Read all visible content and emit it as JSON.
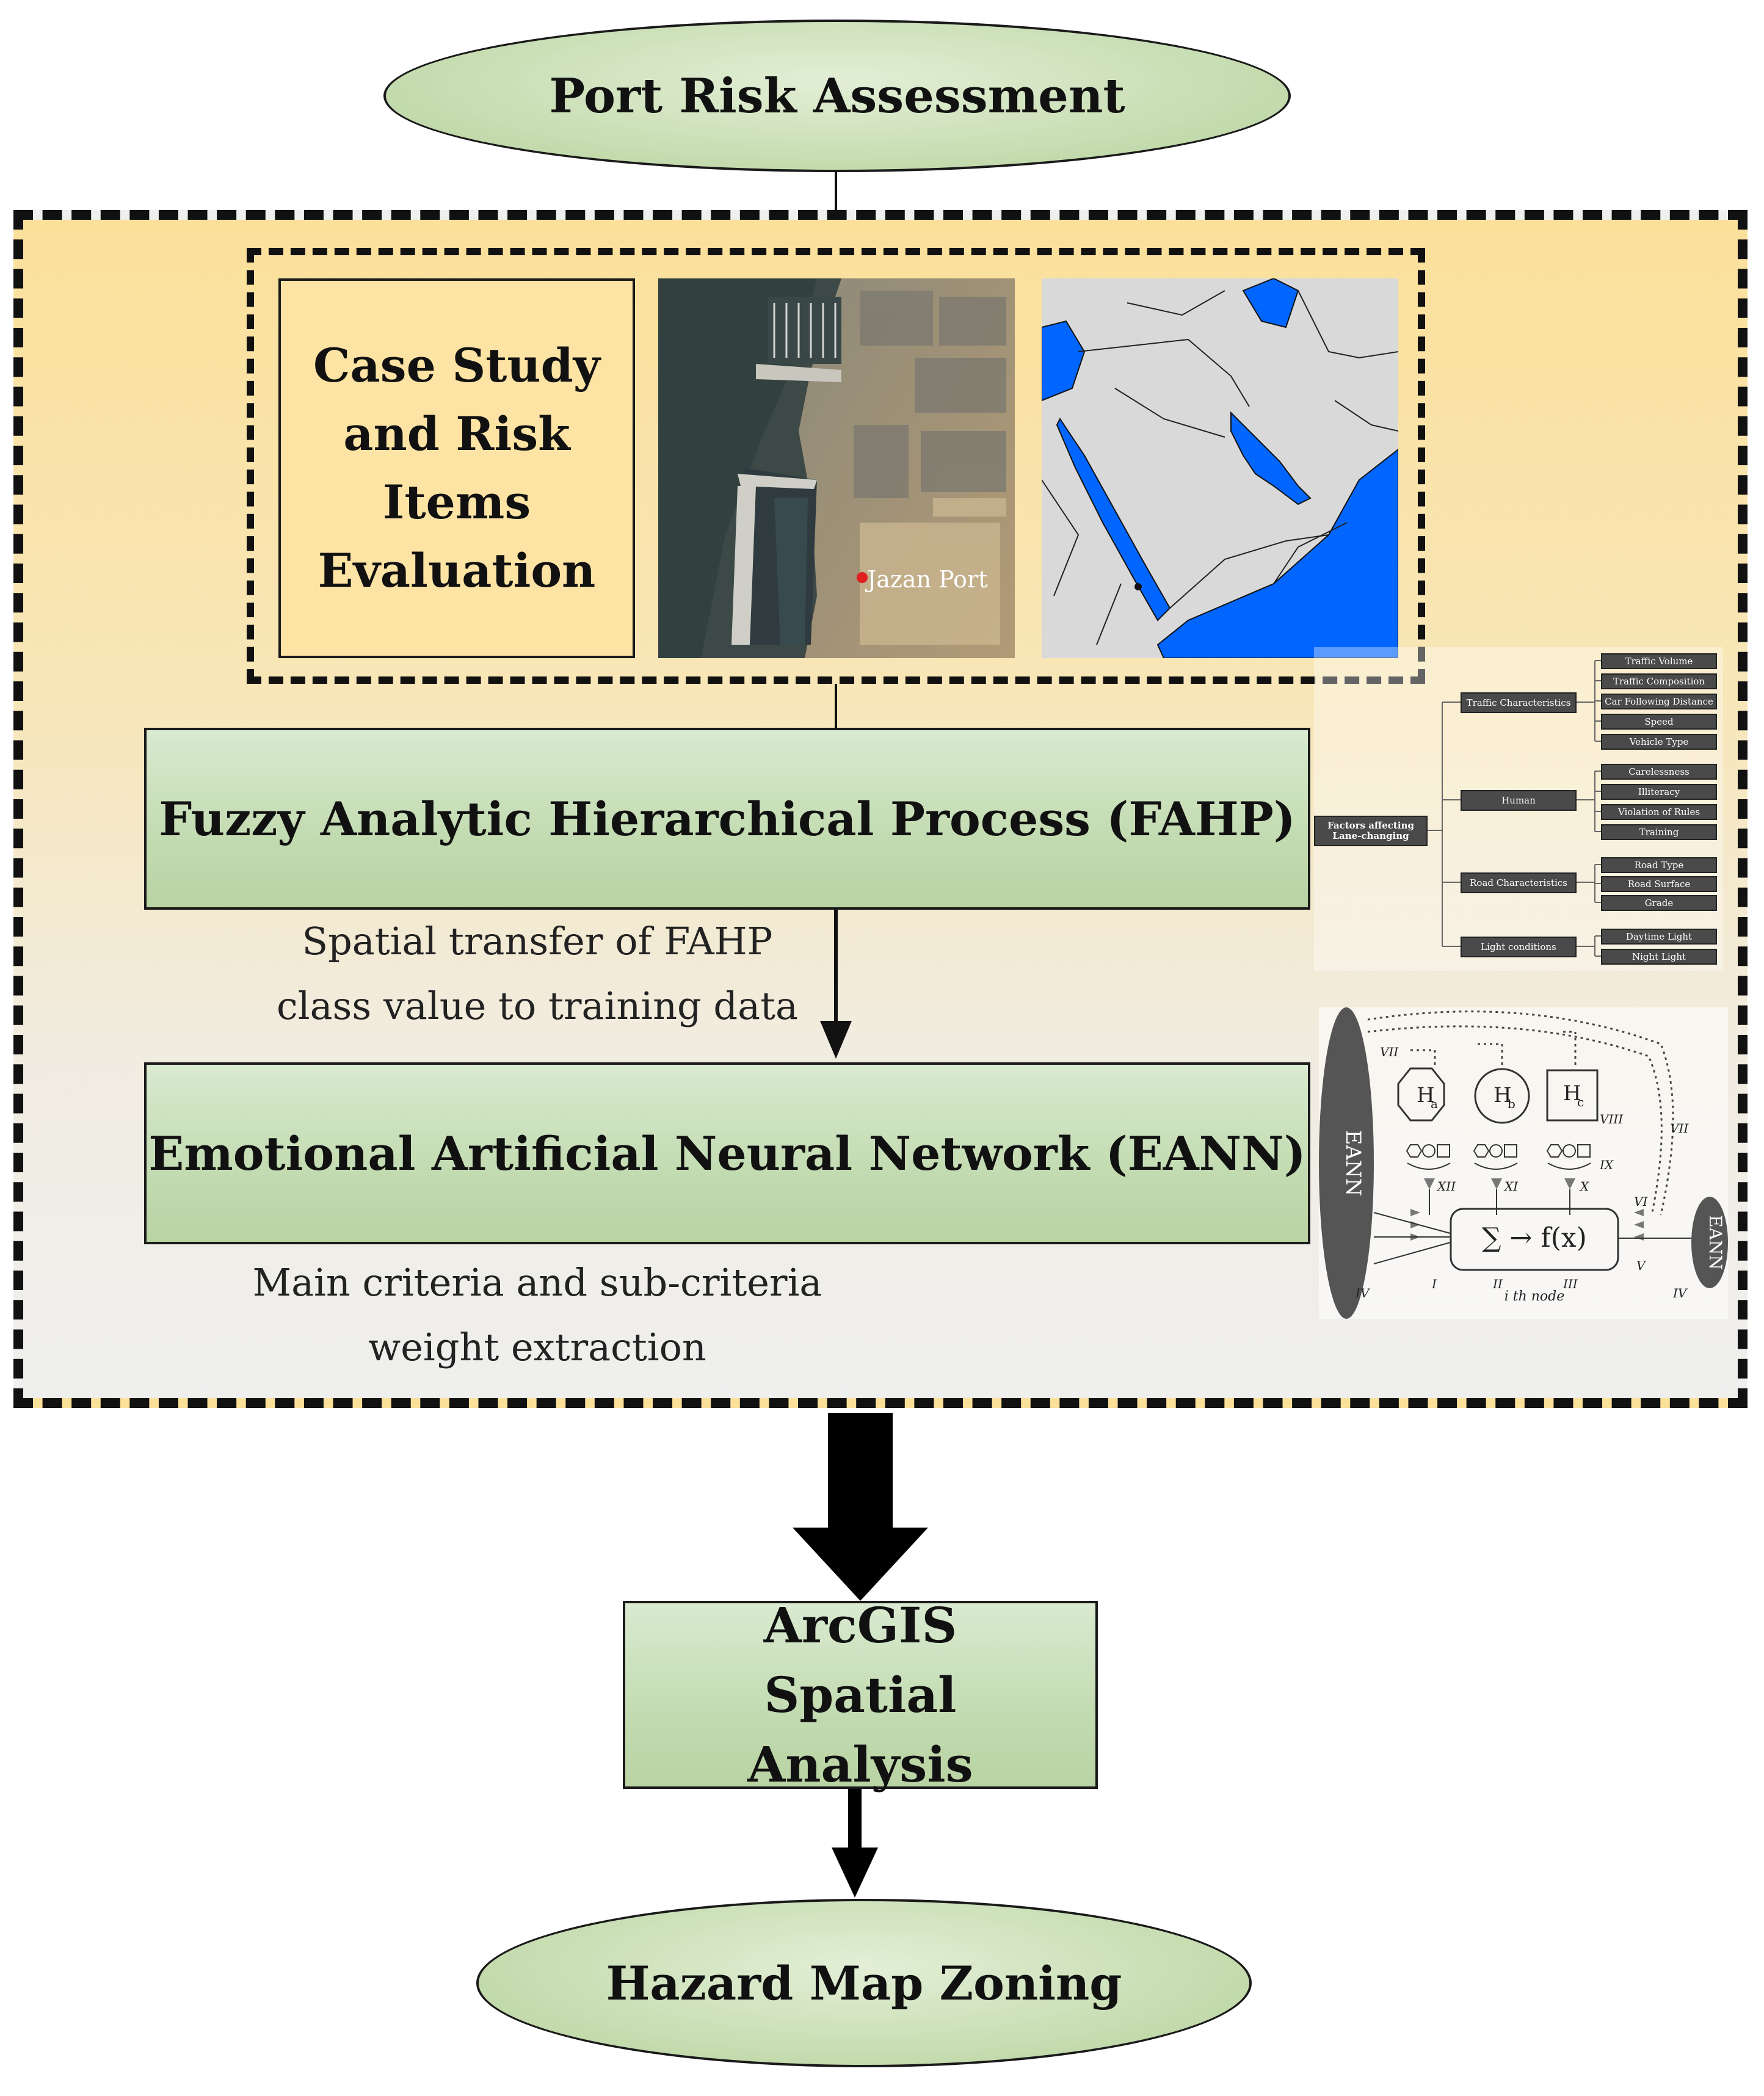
{
  "nodes": {
    "start": "Port Risk Assessment",
    "case_study": "Case Study and Risk Items Evaluation",
    "fahp": "Fuzzy Analytic Hierarchical Process (FAHP)",
    "eann": "Emotional Artificial Neural Network (EANN)",
    "arcgis": "ArcGIS Spatial Analysis",
    "end": "Hazard Map Zoning"
  },
  "notes": {
    "transfer_line1": "Spatial transfer of FAHP",
    "transfer_line2": "class value to training data",
    "weight_line1": "Main criteria and sub-criteria",
    "weight_line2": "weight extraction"
  },
  "satellite": {
    "label": "Jazan Port"
  },
  "tree": {
    "root": "Factors affecting Lane-changing",
    "groups": [
      {
        "name": "Traffic Characteristics",
        "items": [
          "Traffic Volume",
          "Traffic Composition",
          "Car Following Distance",
          "Speed",
          "Vehicle Type"
        ]
      },
      {
        "name": "Human",
        "items": [
          "Carelessness",
          "Illiteracy",
          "Violation of Rules",
          "Training"
        ]
      },
      {
        "name": "Road Characteristics",
        "items": [
          "Road Type",
          "Road Surface",
          "Grade"
        ]
      },
      {
        "name": "Light conditions",
        "items": [
          "Daytime Light",
          "Night Light"
        ]
      }
    ]
  },
  "eann_figure": {
    "left_label": "EANN",
    "right_label": "EANN",
    "hormones": [
      "H",
      "H",
      "H"
    ],
    "hormone_subscripts": [
      "a",
      "b",
      "c"
    ],
    "function": "∑ → f(x)",
    "node_label": "i th node",
    "roman": [
      "I",
      "II",
      "III",
      "IV",
      "V",
      "VI",
      "VII",
      "VIII",
      "IX",
      "X",
      "XI",
      "XII",
      "IV",
      "VII"
    ]
  },
  "colors": {
    "green_fill": "#c6dcb0",
    "outer_gradient_top": "#fbe09a",
    "water_blue": "#0066ff",
    "land_grey": "#d9d9d9"
  }
}
